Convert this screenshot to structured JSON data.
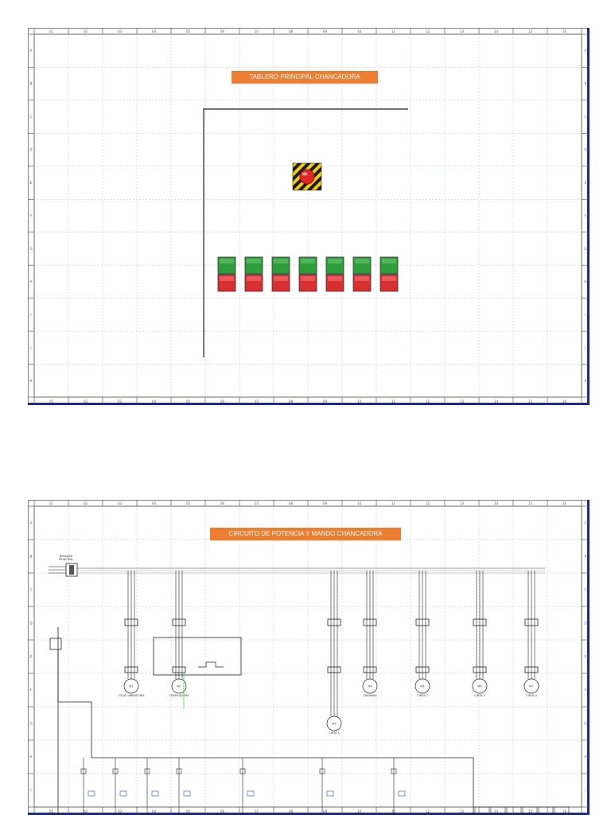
{
  "sheet1": {
    "title": "TABLERO PRINCIPAL CHANCADORA",
    "col_labels": [
      "01",
      "02",
      "03",
      "04",
      "05",
      "06",
      "07",
      "08",
      "09",
      "10",
      "11",
      "12",
      "13",
      "14",
      "15",
      "16"
    ],
    "row_labels": [
      "A",
      "B",
      "C",
      "D",
      "E",
      "F",
      "G",
      "H",
      "I",
      "J",
      "K"
    ],
    "panel": {
      "emergency_stop": "emergency-stop-icon",
      "buttons_pairs": 7,
      "colors": {
        "start": "#2e9e3a",
        "stop": "#d83030",
        "hazard_yellow": "#f2cc0c",
        "hazard_black": "#1a1a1a",
        "mushroom_red": "#e12626"
      }
    }
  },
  "sheet2": {
    "title": "CIRCUITO DE POTENCIA Y MANDO CHANCADORA",
    "col_labels": [
      "01",
      "02",
      "03",
      "04",
      "05",
      "06",
      "07",
      "08",
      "09",
      "10",
      "11",
      "12",
      "13",
      "14",
      "15",
      "16"
    ],
    "row_labels": [
      "A",
      "B",
      "C",
      "D",
      "E",
      "F",
      "G",
      "H",
      "I"
    ],
    "breaker_label": "BREAKER\nPRINCIPAL",
    "motors": [
      {
        "id": "M1",
        "name": "TOLVA VIBRATORIA"
      },
      {
        "id": "M2",
        "name": "CHANCADORA"
      },
      {
        "id": "M3",
        "name": "CINTA 1"
      },
      {
        "id": "M4",
        "name": "ZARANDA"
      },
      {
        "id": "M5",
        "name": "CINTA 2"
      },
      {
        "id": "M6",
        "name": "CINTA 3"
      },
      {
        "id": "M7",
        "name": "CINTA 4"
      }
    ],
    "accent": "#ed7d31",
    "frame_color": "#1b2a8c"
  }
}
